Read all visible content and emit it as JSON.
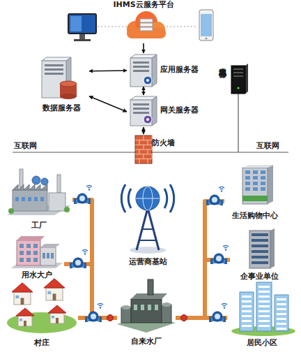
{
  "diagram": {
    "nodes": [
      {
        "text": [
          "IHMS云服务平台"
        ]
      },
      {
        "text": [
          "应用服务器"
        ]
      },
      {
        "text": [
          "数据服务器"
        ]
      },
      {
        "text": [
          "网关服务器"
        ]
      },
      {
        "text": [
          "防火墙"
        ]
      },
      {
        "text": [
          "本地服务器"
        ]
      },
      {
        "text": [
          "工厂"
        ]
      },
      {
        "text": [
          "用水大户"
        ]
      },
      {
        "text": [
          "村庄"
        ]
      },
      {
        "text": [
          "运营商基站"
        ]
      },
      {
        "text": [
          "自来水厂"
        ]
      },
      {
        "text": [
          "生活购物中心"
        ]
      },
      {
        "text": [
          "企事业单位"
        ]
      },
      {
        "text": [
          "居民小区"
        ]
      }
    ],
    "edges": [
      {
        "from": 0,
        "to": 1,
        "arrow": "to"
      },
      {
        "from": 2,
        "to": 1,
        "arrow": "both"
      },
      {
        "from": 1,
        "to": 3,
        "arrow": "both"
      },
      {
        "from": 2,
        "to": 3,
        "arrow": "both"
      },
      {
        "from": 3,
        "to": 4,
        "arrow": "both"
      },
      {
        "from": 10,
        "to": 6,
        "arrow": "none"
      },
      {
        "from": 10,
        "to": 7,
        "arrow": "none"
      },
      {
        "from": 10,
        "to": 8,
        "arrow": "none"
      },
      {
        "from": 10,
        "to": 11,
        "arrow": "none"
      },
      {
        "from": 10,
        "to": 12,
        "arrow": "none"
      },
      {
        "from": 10,
        "to": 13,
        "arrow": "none"
      }
    ],
    "labels": [
      "互联网",
      "互联网"
    ]
  }
}
